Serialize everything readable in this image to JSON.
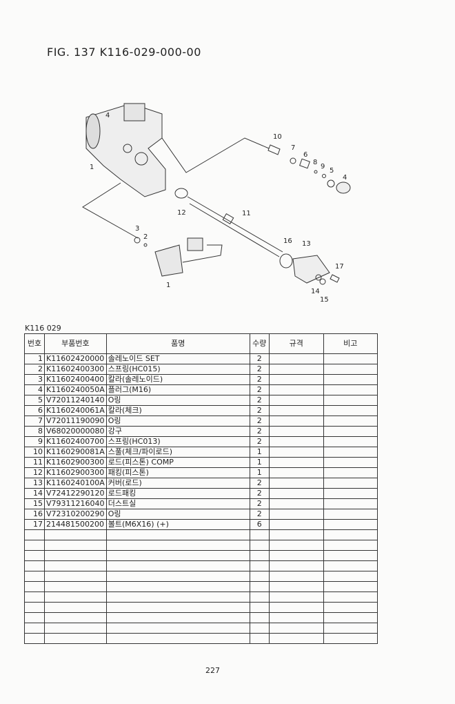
{
  "figure": {
    "title": "FIG. 137  K116-029-000-00",
    "callouts": [
      "4",
      "1",
      "10",
      "7",
      "6",
      "8",
      "9",
      "5",
      "4",
      "12",
      "11",
      "3",
      "2",
      "16",
      "13",
      "1",
      "17",
      "14",
      "15"
    ]
  },
  "table": {
    "caption": "K116 029",
    "headers": [
      "번호",
      "부품번호",
      "품명",
      "수량",
      "규격",
      "비고"
    ],
    "rows": [
      [
        "1",
        "K11602420000",
        "솔레노이드 SET",
        "2"
      ],
      [
        "2",
        "K11602400300",
        "스프링(HC015)",
        "2"
      ],
      [
        "3",
        "K11602400400",
        "칼라(솔레노이드)",
        "2"
      ],
      [
        "4",
        "K1160240050A",
        "플러그(M16)",
        "2"
      ],
      [
        "5",
        "V72011240140",
        "O링",
        "2"
      ],
      [
        "6",
        "K1160240061A",
        "칼라(체크)",
        "2"
      ],
      [
        "7",
        "V72011190090",
        "O링",
        "2"
      ],
      [
        "8",
        "V68020000080",
        "강구",
        "2"
      ],
      [
        "9",
        "K11602400700",
        "스프링(HC013)",
        "2"
      ],
      [
        "10",
        "K1160290081A",
        "스풀(체크/파이로드)",
        "1"
      ],
      [
        "11",
        "K11602900300",
        "로드(피스톤) COMP",
        "1"
      ],
      [
        "12",
        "K11602900300",
        "패킹(피스톤)",
        "1"
      ],
      [
        "13",
        "K1160240100A",
        "커버(로드)",
        "2"
      ],
      [
        "14",
        "V72412290120",
        "로드패킹",
        "2"
      ],
      [
        "15",
        "V79311216040",
        "더스트실",
        "2"
      ],
      [
        "16",
        "V72310200290",
        "O링",
        "2"
      ],
      [
        "17",
        "214481500200",
        "볼트(M6X16) (+)",
        "6"
      ]
    ]
  },
  "page_number": "227"
}
